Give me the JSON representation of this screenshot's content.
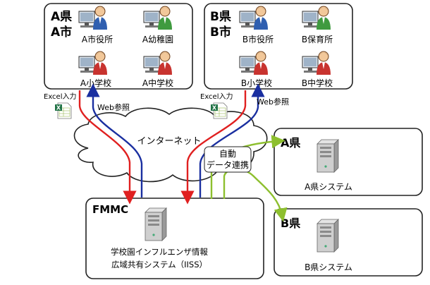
{
  "pref_a_box": {
    "line1": "A県",
    "line2": "A市"
  },
  "pref_b_box": {
    "line1": "B県",
    "line2": "B市"
  },
  "a_users": [
    {
      "label": "A市役所"
    },
    {
      "label": "A幼稚園"
    },
    {
      "label": "A小学校"
    },
    {
      "label": "A中学校"
    }
  ],
  "b_users": [
    {
      "label": "B市役所"
    },
    {
      "label": "B保育所"
    },
    {
      "label": "B小学校"
    },
    {
      "label": "B中学校"
    }
  ],
  "left_flow": {
    "excel_label": "Excel入力",
    "web_label": "Web参照"
  },
  "right_flow": {
    "excel_label": "Excel入力",
    "web_label": "Web参照"
  },
  "internet": {
    "label": "インターネット"
  },
  "auto_link": {
    "line1": "自動",
    "line2": "データ連携"
  },
  "fmmc": {
    "title": "FMMC",
    "system_line1": "学校園インフルエンザ情報",
    "system_line2": "広域共有システム（IISS）"
  },
  "pref_a_system": {
    "title": "A県",
    "label": "A県システム"
  },
  "pref_b_system": {
    "title": "B県",
    "label": "B県システム"
  },
  "colors": {
    "red_arrow": "#e02020",
    "blue_arrow": "#1a2fa0",
    "green_arrow": "#8dbf2e",
    "box_border": "#222222"
  },
  "icons": {
    "user": "person-at-computer-icon",
    "server": "server-tower-icon",
    "excel": "excel-file-icon",
    "cloud": "cloud-shape"
  }
}
